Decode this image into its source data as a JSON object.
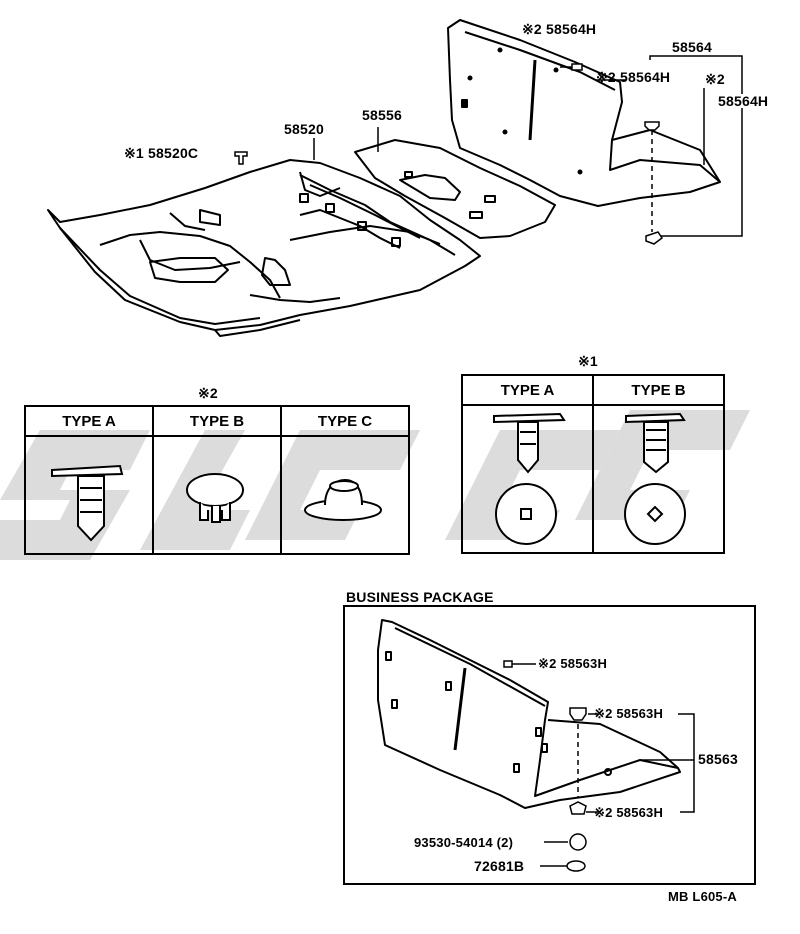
{
  "callouts": {
    "p_58520c": "※1 58520C",
    "p_58520": "58520",
    "p_58556": "58556",
    "p_58564h_top": "※2 58564H",
    "p_58564": "58564",
    "p_58564h_mid": "※2 58564H",
    "p_58564h_right_mark": "※2",
    "p_58564h_right": "58564H"
  },
  "type2_table": {
    "heading": "※2",
    "headers": [
      "TYPE A",
      "TYPE B",
      "TYPE C"
    ]
  },
  "type1_table": {
    "heading": "※1",
    "headers": [
      "TYPE A",
      "TYPE B"
    ]
  },
  "business_package": {
    "title": "BUSINESS PACKAGE",
    "p_58563h_top": "※2 58563H",
    "p_58563h_mid": "※2 58563H",
    "p_58563": "58563",
    "p_58563h_low": "※2 58563H",
    "p_93530": "93530-54014 (2)",
    "p_72681b": "72681B"
  },
  "footer_code": "MB L605-A",
  "watermark_text": "sjgc"
}
